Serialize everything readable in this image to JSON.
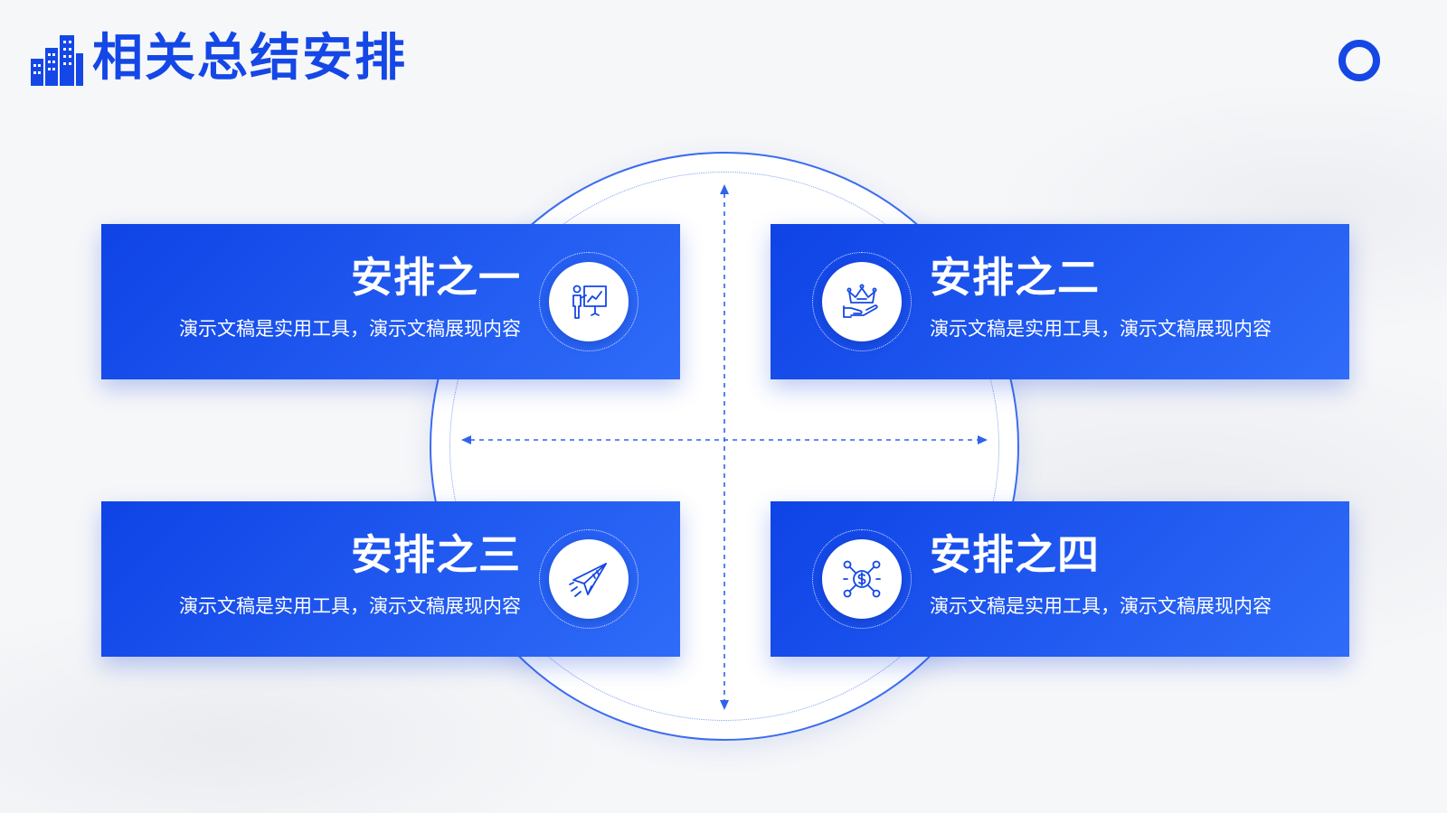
{
  "header": {
    "title": "相关总结安排",
    "logo_icon": "city-buildings-icon"
  },
  "colors": {
    "primary": "#1447e6",
    "card_gradient_start": "#0f43e6",
    "card_gradient_end": "#2f6cf8",
    "background": "#f6f7f9"
  },
  "cards": [
    {
      "title": "安排之一",
      "description": "演示文稿是实用工具，演示文稿展现内容",
      "icon": "presentation-board-icon"
    },
    {
      "title": "安排之二",
      "description": "演示文稿是实用工具，演示文稿展现内容",
      "icon": "crown-hand-icon"
    },
    {
      "title": "安排之三",
      "description": "演示文稿是实用工具，演示文稿展现内容",
      "icon": "paper-plane-icon"
    },
    {
      "title": "安排之四",
      "description": "演示文稿是实用工具，演示文稿展现内容",
      "icon": "money-network-icon"
    }
  ]
}
